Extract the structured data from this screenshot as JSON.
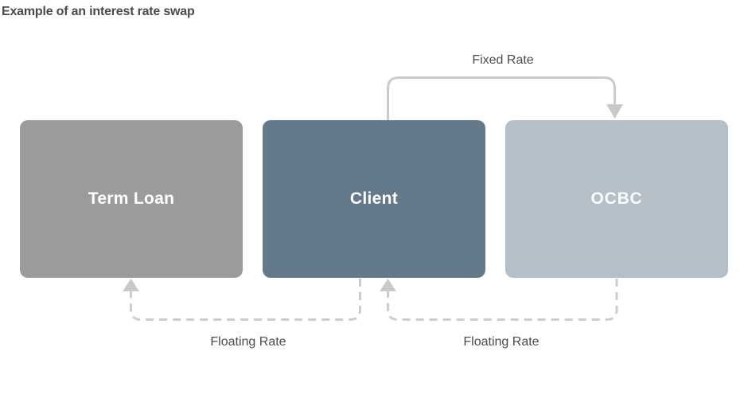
{
  "title": "Example of an interest rate swap",
  "boxes": [
    {
      "id": "term-loan",
      "label": "Term Loan"
    },
    {
      "id": "client",
      "label": "Client"
    },
    {
      "id": "ocbc",
      "label": "OCBC"
    }
  ],
  "flows": [
    {
      "id": "fixed-rate",
      "label": "Fixed Rate",
      "from": "Client",
      "to": "OCBC",
      "style": "solid"
    },
    {
      "id": "floating-rate-left",
      "label": "Floating Rate",
      "from": "Client",
      "to": "Term Loan",
      "style": "dashed"
    },
    {
      "id": "floating-rate-right",
      "label": "Floating Rate",
      "from": "OCBC",
      "to": "Client",
      "style": "dashed"
    }
  ],
  "colors": {
    "term_loan_box": "#9b9b9b",
    "client_box": "#64798a",
    "ocbc_box": "#b4bfc7",
    "box_text": "#ffffff",
    "arrow_line": "#cbcbcb",
    "arrow_head": "#c9c9c9",
    "label_text": "#4a4d4e",
    "title_text": "#4a4a4a",
    "background": "#ffffff"
  }
}
